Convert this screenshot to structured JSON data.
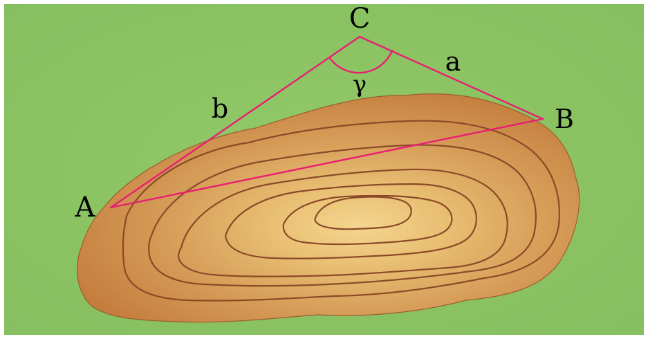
{
  "diagram": {
    "vertices": {
      "A": "A",
      "B": "B",
      "C": "C"
    },
    "sides": {
      "a": "a",
      "b": "b"
    },
    "angle": "γ"
  },
  "colors": {
    "background_green": "#8cc463",
    "terrain_outer": "#c98645",
    "terrain_mid": "#d7a45d",
    "terrain_peak": "#f3d28b",
    "contour_line": "#8a4a27",
    "triangle_line": "#e91e73",
    "label_text": "#000000"
  }
}
